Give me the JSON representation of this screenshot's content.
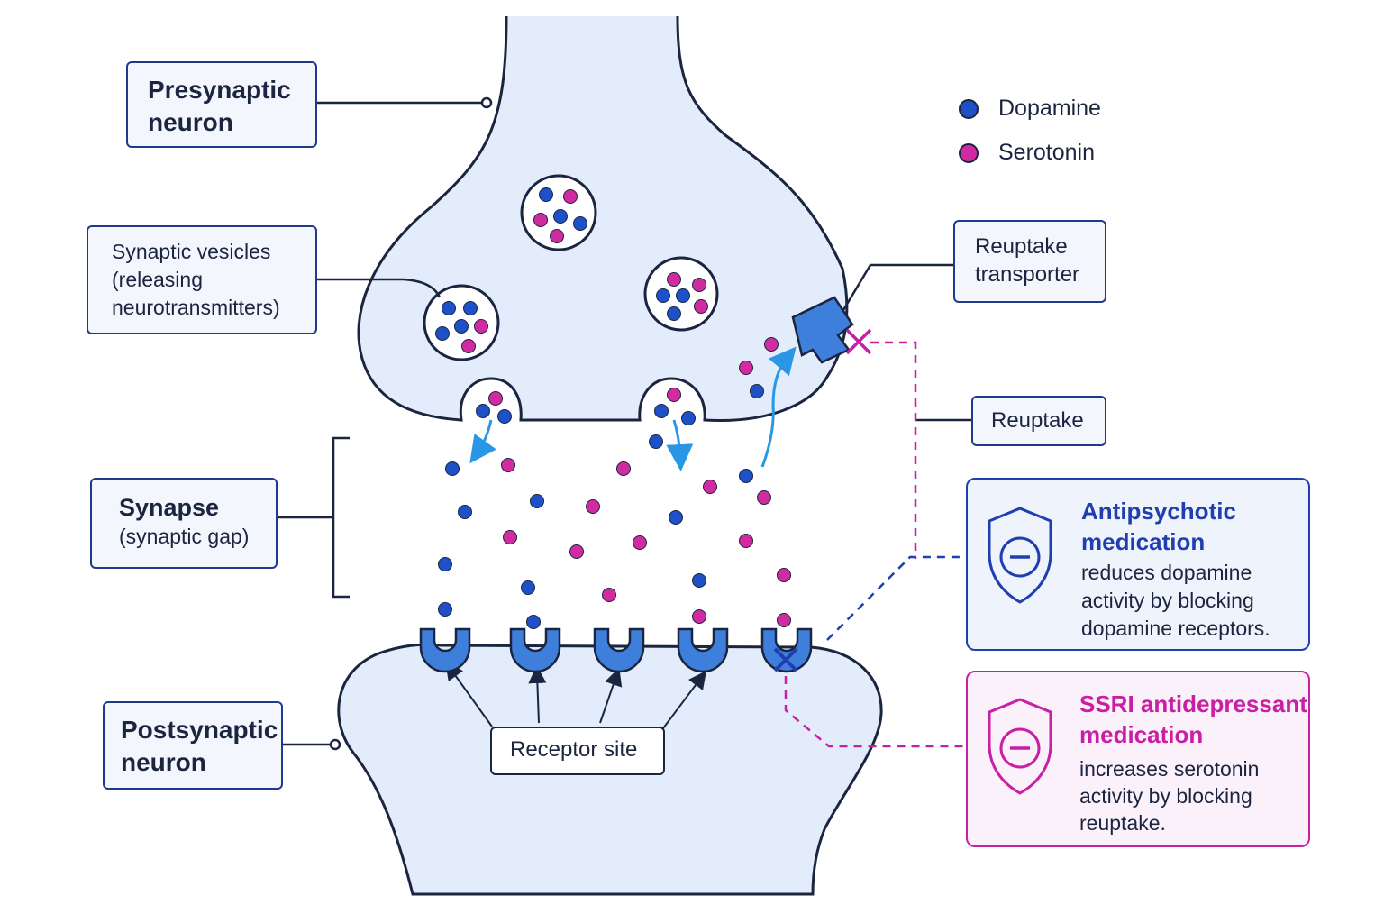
{
  "colors": {
    "dopamine": "#1e50c8",
    "serotonin": "#d22aa0",
    "neuron_fill": "#e3ecfa",
    "outline": "#1b2540",
    "receptor": "#3f7fdc",
    "arrow": "#2a96e6",
    "antipsychotic": "#1f3fb0",
    "ssri": "#c81fa5"
  },
  "labels": {
    "presynaptic": [
      "Presynaptic",
      "neuron"
    ],
    "vesicles": [
      "Synaptic vesicles",
      "(releasing",
      "neurotransmitters)"
    ],
    "synapse_title": "Synapse",
    "synapse_sub": "(synaptic gap)",
    "postsynaptic": [
      "Postsynaptic",
      "neuron"
    ],
    "receptor_site": "Receptor site",
    "reuptake_transporter": [
      "Reuptake",
      "transporter"
    ],
    "reuptake": "Reuptake"
  },
  "legend": [
    {
      "label": "Dopamine",
      "icon": "dopamine-dot"
    },
    {
      "label": "Serotonin",
      "icon": "serotonin-dot"
    }
  ],
  "medications": {
    "antipsychotic": {
      "title": [
        "Antipsychotic",
        "medication"
      ],
      "desc": [
        "reduces dopamine",
        "activity by blocking",
        "dopamine receptors."
      ],
      "icon": "shield-minus-icon"
    },
    "ssri": {
      "title": [
        "SSRI antidepressant",
        "medication"
      ],
      "desc": [
        "increases serotonin",
        "activity by blocking",
        "reuptake."
      ],
      "icon": "shield-minus-icon"
    }
  }
}
